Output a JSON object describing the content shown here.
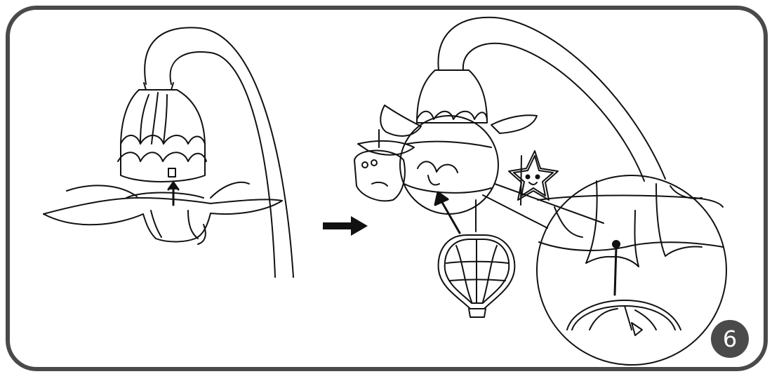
{
  "step": {
    "number": "6"
  },
  "colors": {
    "frame": "#4a4a4a",
    "ink": "#111111",
    "badge_fill": "#4a4a4a",
    "badge_text": "#ffffff",
    "background": "#ffffff"
  },
  "figures": {
    "left": "mobile-arm-flower-before",
    "arrow": "step-arrow-right",
    "right": "mobile-arm-flower-with-toys",
    "detail": "magnified-attachment-detail"
  }
}
